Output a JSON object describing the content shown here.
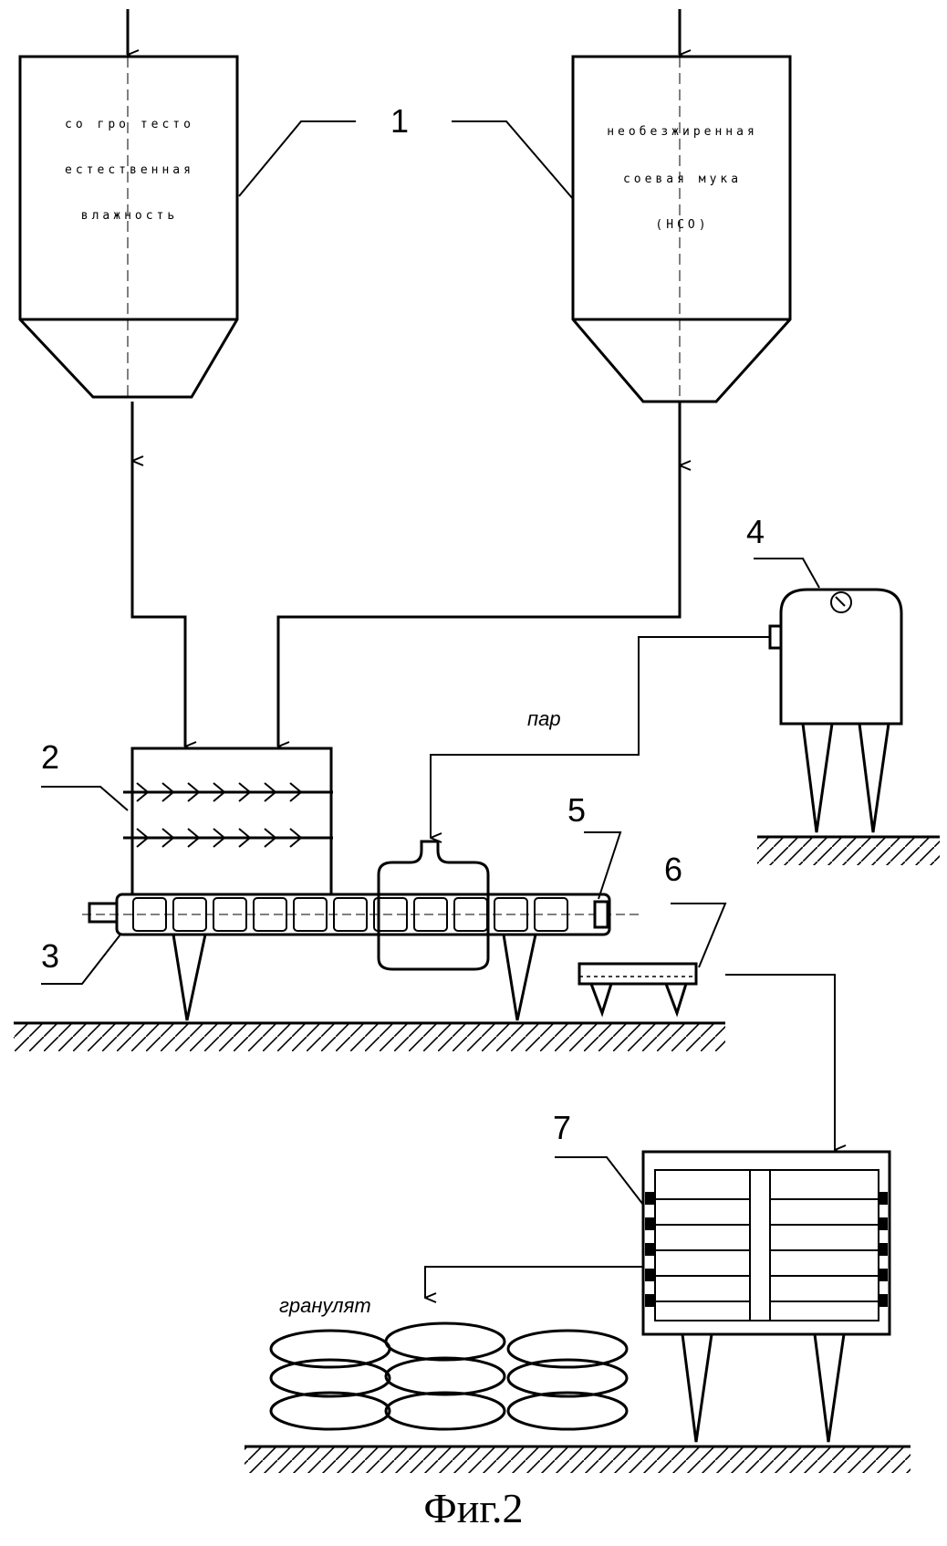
{
  "diagram": {
    "hopper_left_text": [
      "со гро тесто",
      "естественная",
      "влажность"
    ],
    "hopper_right_text": [
      "необезжиренная",
      "соевая мука",
      "(НСО)"
    ],
    "labels": {
      "n1": "1",
      "n2": "2",
      "n3": "3",
      "n4": "4",
      "n5": "5",
      "n6": "6",
      "n7": "7"
    },
    "steam_label": "пар",
    "granulate_label": "гранулят",
    "caption": "Фиг.2"
  }
}
